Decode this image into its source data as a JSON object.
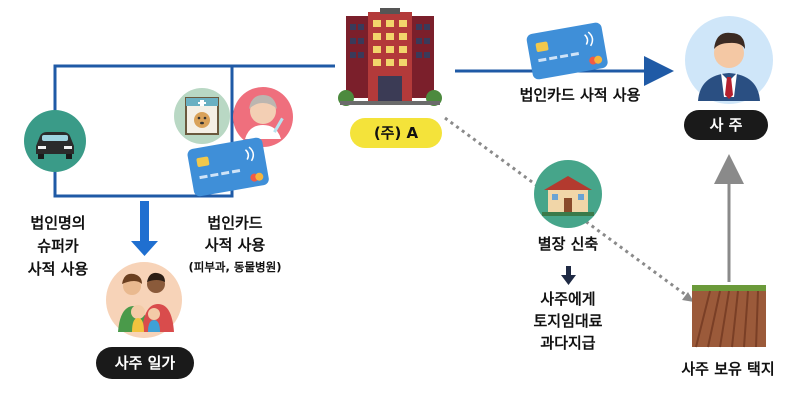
{
  "company": {
    "label": "(주) A",
    "pill_color": "#f4e33a"
  },
  "owner": {
    "label": "사 주"
  },
  "family": {
    "label": "사주 일가"
  },
  "flows": {
    "card_to_owner": "법인카드 사적 사용",
    "supercar": [
      "법인명의",
      "슈퍼카",
      "사적 사용"
    ],
    "card_family": [
      "법인카드",
      "사적 사용"
    ],
    "card_family_note": "(피부과, 동물병원)",
    "villa": "별장 신축",
    "rent": [
      "사주에게",
      "토지임대료",
      "과다지급"
    ],
    "land": "사주 보유 택지"
  },
  "colors": {
    "main_line": "#1f5aa6",
    "arrow_blue": "#1f6fd0",
    "dotted": "#808080",
    "dark_pill": "#1a1a1a"
  },
  "icons": [
    "building-icon",
    "credit-card-icon",
    "businessman-icon",
    "car-icon",
    "vet-clinic-icon",
    "dermatology-icon",
    "villa-icon",
    "family-icon",
    "farmland-icon"
  ]
}
